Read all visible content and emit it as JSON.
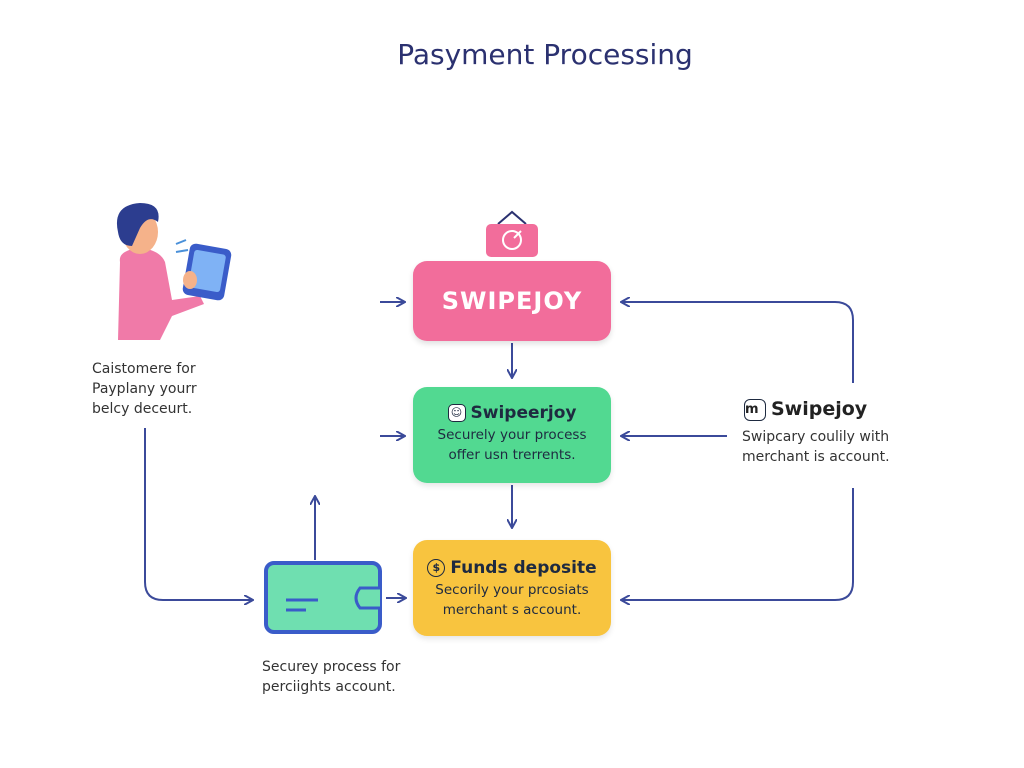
{
  "title": "Pasyment Processing",
  "customer": {
    "lines": [
      "Caistomere for",
      "Payplany yourr",
      "belcy deceurt."
    ]
  },
  "swipejoy_box": {
    "label": "SWIPEJOY"
  },
  "green_box": {
    "heading": "Swipeerjoy",
    "lines": [
      "Securely your process",
      "offer usn trerrents."
    ]
  },
  "yellow_box": {
    "heading": "Funds deposite",
    "lines": [
      "Secorily your prcosiats",
      "merchant s account."
    ]
  },
  "merchant": {
    "heading": "Swipejoy",
    "lines": [
      "Swipcary coulily with",
      "merchant is account."
    ]
  },
  "card": {
    "lines": [
      "Securey process for",
      "perciights account."
    ]
  },
  "colors": {
    "pink": "#f26d9b",
    "green": "#52d991",
    "yellow": "#f8c43f",
    "arrow": "#3b4a9a",
    "title": "#2b3170"
  }
}
